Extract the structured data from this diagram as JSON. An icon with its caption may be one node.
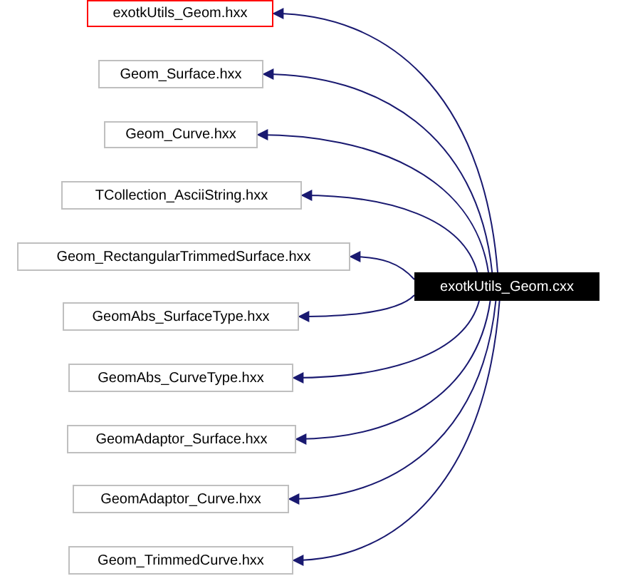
{
  "diagram": {
    "nodes": [
      {
        "text": [
          "exotkUtils_Geom.cxx"
        ]
      },
      {
        "text": [
          "exotkUtils_Geom.hxx"
        ]
      },
      {
        "text": [
          "Geom_Surface.hxx"
        ]
      },
      {
        "text": [
          "Geom_Curve.hxx"
        ]
      },
      {
        "text": [
          "TCollection_AsciiString.hxx"
        ]
      },
      {
        "text": [
          "Geom_RectangularTrimmedSurface.hxx"
        ]
      },
      {
        "text": [
          "GeomAbs_SurfaceType.hxx"
        ]
      },
      {
        "text": [
          "GeomAbs_CurveType.hxx"
        ]
      },
      {
        "text": [
          "GeomAdaptor_Surface.hxx"
        ]
      },
      {
        "text": [
          "GeomAdaptor_Curve.hxx"
        ]
      },
      {
        "text": [
          "Geom_TrimmedCurve.hxx"
        ]
      }
    ],
    "edges": [
      {
        "from": 0,
        "to": 1,
        "arrow": "to"
      },
      {
        "from": 0,
        "to": 2,
        "arrow": "to"
      },
      {
        "from": 0,
        "to": 3,
        "arrow": "to"
      },
      {
        "from": 0,
        "to": 4,
        "arrow": "to"
      },
      {
        "from": 0,
        "to": 5,
        "arrow": "to"
      },
      {
        "from": 0,
        "to": 6,
        "arrow": "to"
      },
      {
        "from": 0,
        "to": 7,
        "arrow": "to"
      },
      {
        "from": 0,
        "to": 8,
        "arrow": "to"
      },
      {
        "from": 0,
        "to": 9,
        "arrow": "to"
      },
      {
        "from": 0,
        "to": 10,
        "arrow": "to"
      }
    ]
  }
}
